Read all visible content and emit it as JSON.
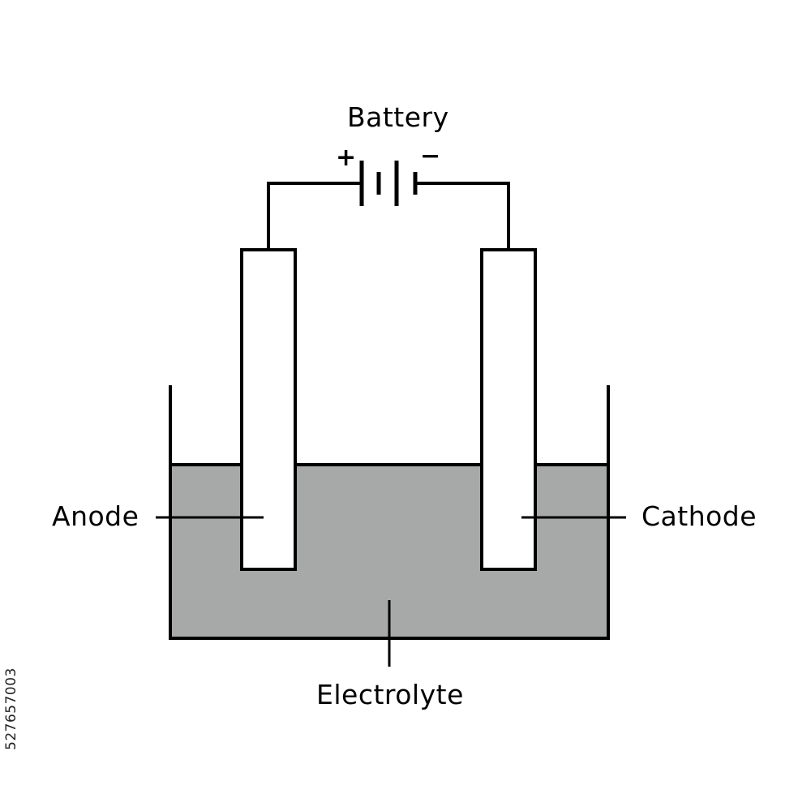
{
  "labels": {
    "battery": "Battery",
    "plus": "+",
    "minus": "−",
    "anode": "Anode",
    "cathode": "Cathode",
    "electrolyte": "Electrolyte"
  },
  "watermark": {
    "stock_id": "527657003"
  },
  "colors": {
    "stroke": "#000000",
    "electrolyte_fill": "#a7a9a8",
    "electrode_fill": "#ffffff",
    "background": "#ffffff"
  }
}
